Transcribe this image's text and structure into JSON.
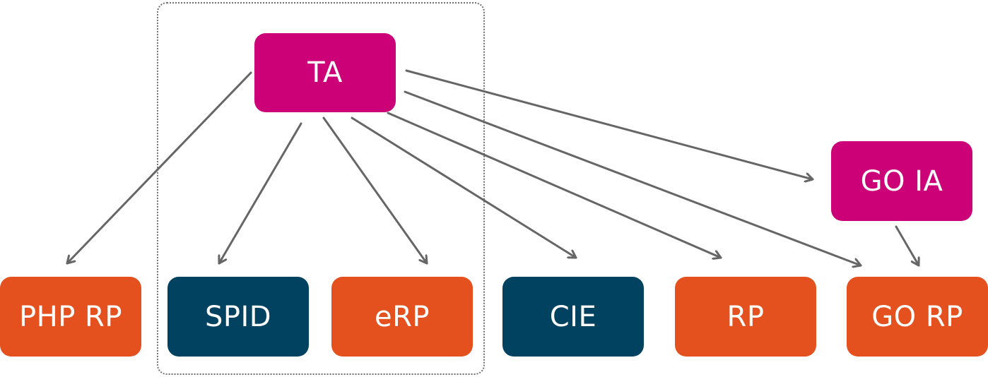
{
  "colors": {
    "anchor": "#CC0077",
    "rp": "#E4511E",
    "identity": "#00425F",
    "edge": "#666666",
    "group_border": "#707070"
  },
  "nodes": {
    "ta": {
      "label": "TA",
      "kind": "anchor"
    },
    "goia": {
      "label": "GO IA",
      "kind": "anchor"
    },
    "php": {
      "label": "PHP RP",
      "kind": "rp"
    },
    "spid": {
      "label": "SPID",
      "kind": "identity"
    },
    "erp": {
      "label": "eRP",
      "kind": "rp"
    },
    "cie": {
      "label": "CIE",
      "kind": "identity"
    },
    "rp": {
      "label": "RP",
      "kind": "rp"
    },
    "gorp": {
      "label": "GO RP",
      "kind": "rp"
    }
  },
  "edges": [
    {
      "from": "ta",
      "to": "php"
    },
    {
      "from": "ta",
      "to": "spid"
    },
    {
      "from": "ta",
      "to": "erp"
    },
    {
      "from": "ta",
      "to": "cie"
    },
    {
      "from": "ta",
      "to": "rp"
    },
    {
      "from": "ta",
      "to": "gorp"
    },
    {
      "from": "ta",
      "to": "goia"
    },
    {
      "from": "goia",
      "to": "gorp"
    }
  ],
  "group": {
    "members": [
      "ta",
      "spid",
      "erp"
    ]
  }
}
